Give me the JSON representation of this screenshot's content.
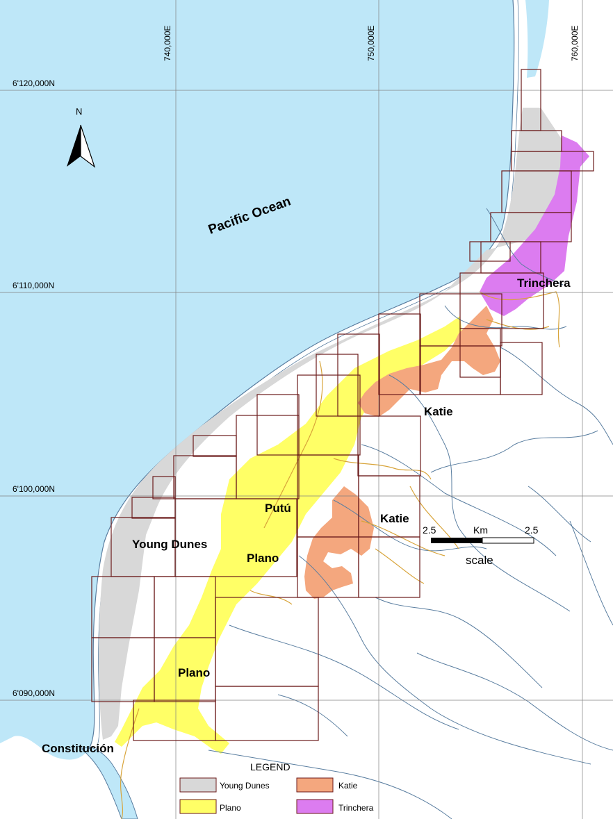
{
  "map": {
    "colors": {
      "ocean": "#bee7f8",
      "young_dunes": "#d8d8d8",
      "plano": "#ffff66",
      "katie": "#f4a77e",
      "trinchera": "#dc7cf0",
      "concession_outline": "#6b1a1a",
      "grid": "#808080",
      "rivers": "#5a7ea0",
      "tracks": "#d8a43a"
    },
    "grid_labels_easting": [
      "740,000E",
      "750,000E",
      "760,000E"
    ],
    "grid_labels_northing": [
      "6'120,000N",
      "6'110,000N",
      "6'100,000N",
      "6'090,000N"
    ],
    "north_arrow": {
      "label": "N",
      "icon": "north-arrow-icon"
    },
    "labels": {
      "ocean": "Pacific Ocean",
      "trinchera": "Trinchera",
      "katie_north": "Katie",
      "katie_south": "Katie",
      "putu": "Putú",
      "young_dunes": "Young Dunes",
      "plano_north": "Plano",
      "plano_south": "Plano",
      "constitucion": "Constitución"
    },
    "legend": {
      "title": "LEGEND",
      "items": [
        {
          "label": "Young Dunes",
          "color": "#d8d8d8"
        },
        {
          "label": "Katie",
          "color": "#f4a77e"
        },
        {
          "label": "Plano",
          "color": "#ffff66"
        },
        {
          "label": "Trinchera",
          "color": "#dc7cf0"
        }
      ]
    },
    "scale": {
      "left_value": "2.5",
      "unit": "Km",
      "right_value": "2.5",
      "label": "scale"
    }
  }
}
